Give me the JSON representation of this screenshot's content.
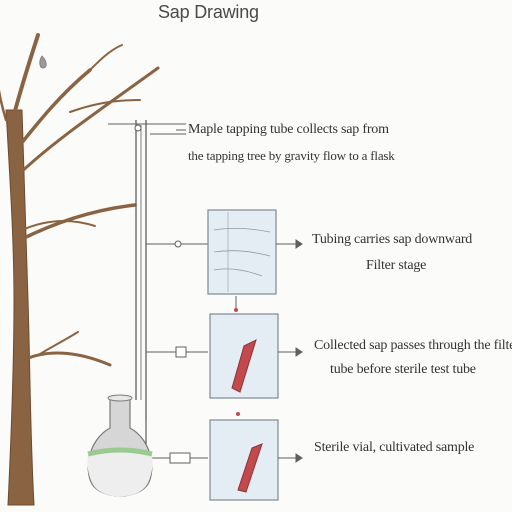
{
  "title": "Sap Drawing",
  "annotations": [
    {
      "lines": [
        "Maple tapping tube collects sap from",
        "the tapping tree by gravity flow to a flask"
      ]
    },
    {
      "lines": [
        "Tubing carries sap downward",
        "Filter stage"
      ]
    },
    {
      "lines": [
        "Collected sap passes through the filter",
        "tube before sterile test tube"
      ]
    },
    {
      "lines": [
        "Sterile vial, cultivated sample"
      ]
    }
  ],
  "colors": {
    "bark": "#8a6442",
    "panel_fill": "#e3edf3",
    "panel_stroke": "#7d8a94",
    "test_tube": "#c24a4c",
    "flask_liquid": "#9acb91",
    "flask_body": "#d6d6d6",
    "line": "#5f5f5f"
  }
}
